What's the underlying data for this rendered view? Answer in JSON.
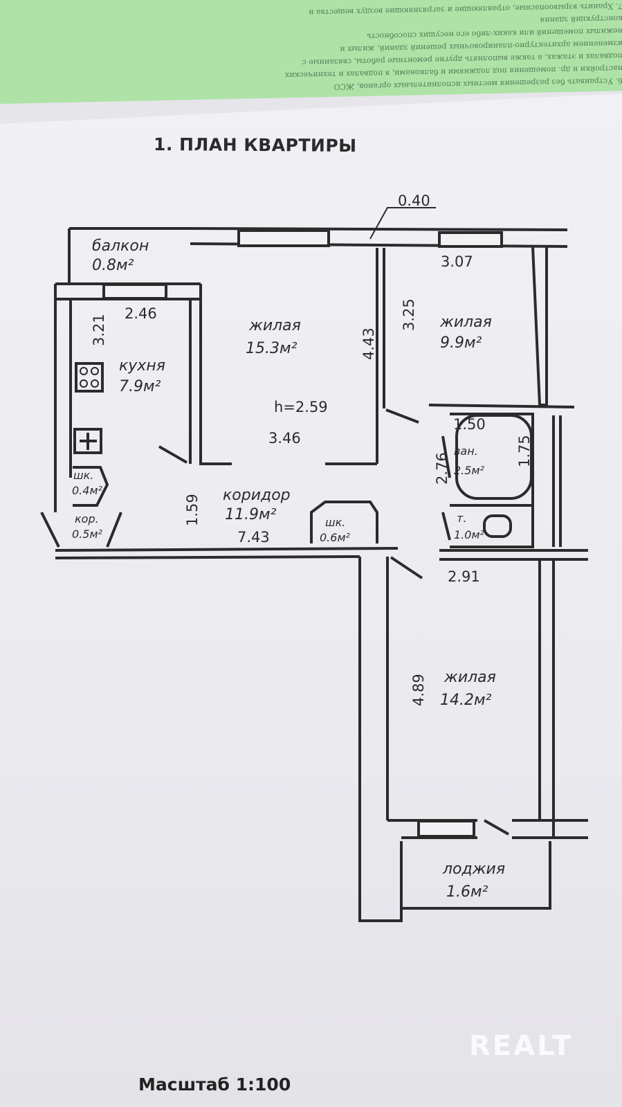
{
  "header_text": "6. Устраивать без разрешения местных исполнительных органов, ЖСО\nнастройки и др. помещения под лоджиями и балконами, в подвалах и технических\nподвалах и этажах, а также выполнять другие ремонтные работы, связанные с\nизменением архитектурно-планировочных решений зданий, жилых и\nнежилых помещений или каких-либо его несущих способность\nконструкций здания\n7. Хранить взрывоопасные, отравляющие и загрязняющие воздух вещества и\nпредметы, а также с нарушением правил хранения и\nлегковоспламеняющиеся вещества",
  "title": "1. ПЛАН КВАРТИРЫ",
  "rooms": {
    "balcony": {
      "name": "балкон",
      "area": "0.8м²"
    },
    "kitchen": {
      "name": "кухня",
      "area": "7.9м²"
    },
    "living1": {
      "name": "жилая",
      "area": "15.3м²"
    },
    "living2": {
      "name": "жилая",
      "area": "9.9м²"
    },
    "living3": {
      "name": "жилая",
      "area": "14.2м²"
    },
    "bath": {
      "name": "ван.",
      "area": "2.5м²"
    },
    "toilet": {
      "name": "т.",
      "area": "1.0м²"
    },
    "corridor": {
      "name": "коридор",
      "area": "11.9м²"
    },
    "closet1": {
      "name": "шк.",
      "area": "0.4м²"
    },
    "closet2": {
      "name": "шк.",
      "area": "0.6м²"
    },
    "corr_small": {
      "name": "кор.",
      "area": "0.5м²"
    },
    "loggia": {
      "name": "лоджия",
      "area": "1.6м²"
    }
  },
  "dims": {
    "wall": "0.40",
    "d307": "3.07",
    "d246": "2.46",
    "d321": "3.21",
    "d443": "4.43",
    "d325": "3.25",
    "height": "h=2.59",
    "d346": "3.46",
    "d150": "1.50",
    "d276": "2.76",
    "d175": "1.75",
    "d159": "1.59",
    "d743": "7.43",
    "d291": "2.91",
    "d489": "4.89"
  },
  "scale": "Масштаб 1:100",
  "watermark": "REALT",
  "colors": {
    "ink": "#2b2b2b",
    "paper": "#efeef2",
    "green": "#aee2a7"
  }
}
